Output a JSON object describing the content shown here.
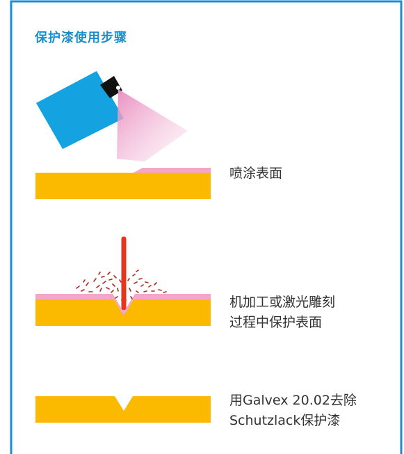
{
  "title": "保护漆使用步骤",
  "steps": [
    {
      "text": "喷涂表面"
    },
    {
      "text_line1": "机加工或激光雕刻",
      "text_line2": "过程中保护表面"
    },
    {
      "text_line1": "用Galvex 20.02去除",
      "text_line2": "Schutzlack保护漆"
    }
  ],
  "colors": {
    "frame": "#1a8fd0",
    "metal": "#fbb900",
    "coating": "#f3a6c8",
    "can_body": "#14a3e0",
    "laser": "#e8341c",
    "debris": "#b0281c"
  }
}
